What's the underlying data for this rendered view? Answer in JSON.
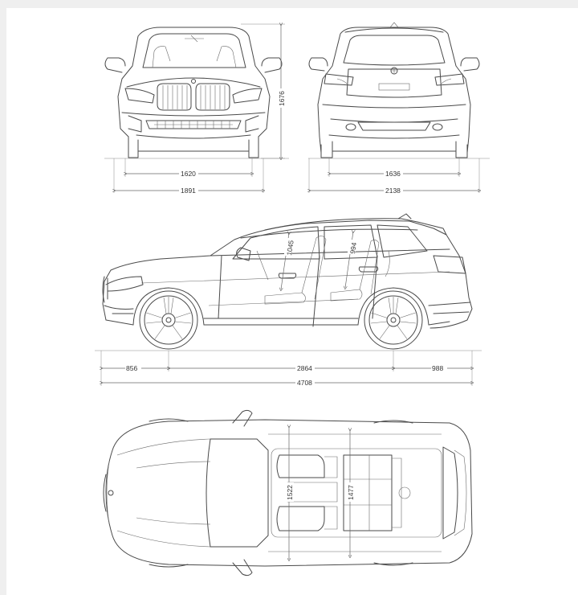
{
  "dimensions": {
    "front_height": "1676",
    "front_track": "1620",
    "front_width": "1891",
    "rear_track": "1636",
    "rear_width_mirrors": "2138",
    "front_overhang": "856",
    "wheelbase": "2864",
    "rear_overhang": "988",
    "overall_length": "4708",
    "front_headroom": "1045",
    "rear_headroom": "994",
    "front_shoulder": "1522",
    "rear_shoulder": "1477"
  },
  "colors": {
    "line": "#4a4a4a",
    "background": "#ffffff",
    "frame": "#efefef"
  }
}
